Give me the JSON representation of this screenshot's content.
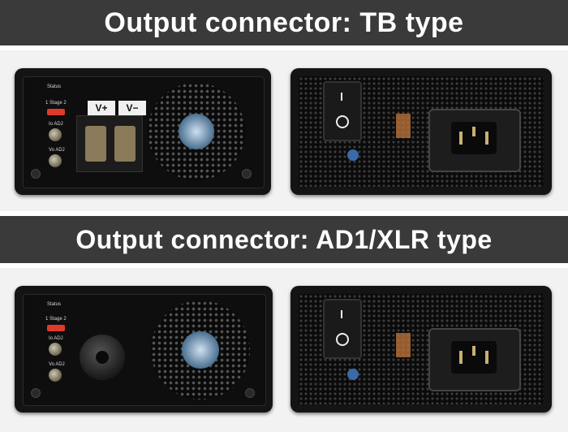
{
  "banners": {
    "top": "Output connector: TB type",
    "bottom": "Output connector: AD1/XLR type"
  },
  "labels": {
    "status": "Status",
    "stage": "1  Stage  2",
    "io_adj": "Io ADJ",
    "vo_adj": "Vo ADJ",
    "v_plus": "V+",
    "v_minus": "V−"
  },
  "colors": {
    "banner_bg": "#3a3a3a",
    "banner_text": "#ffffff",
    "panel": "#141414",
    "switch_red": "#e03a2a"
  }
}
